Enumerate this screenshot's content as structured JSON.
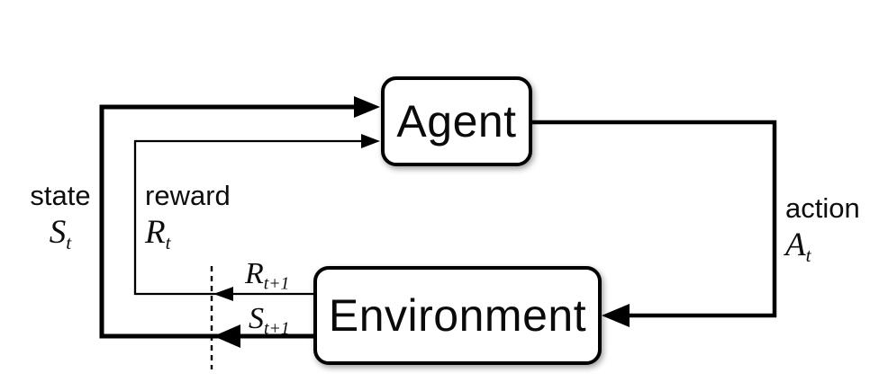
{
  "diagram": {
    "agent_label": "Agent",
    "environment_label": "Environment",
    "state": {
      "word": "state",
      "base": "S",
      "sub": "t"
    },
    "reward": {
      "word": "reward",
      "base": "R",
      "sub": "t"
    },
    "action": {
      "word": "action",
      "base": "A",
      "sub": "t"
    },
    "next_reward": {
      "base": "R",
      "sub": "t+1"
    },
    "next_state": {
      "base": "S",
      "sub": "t+1"
    },
    "edges": [
      {
        "from": "environment",
        "to": "agent",
        "signal": "state",
        "style": "thick"
      },
      {
        "from": "environment",
        "to": "agent",
        "signal": "reward",
        "style": "thin"
      },
      {
        "from": "agent",
        "to": "environment",
        "signal": "action",
        "style": "thick"
      }
    ],
    "time_boundary": {
      "style": "dashed-vertical"
    },
    "colors": {
      "ink": "#000000",
      "box_fill": "#ffffff",
      "background": "#ffffff"
    }
  }
}
